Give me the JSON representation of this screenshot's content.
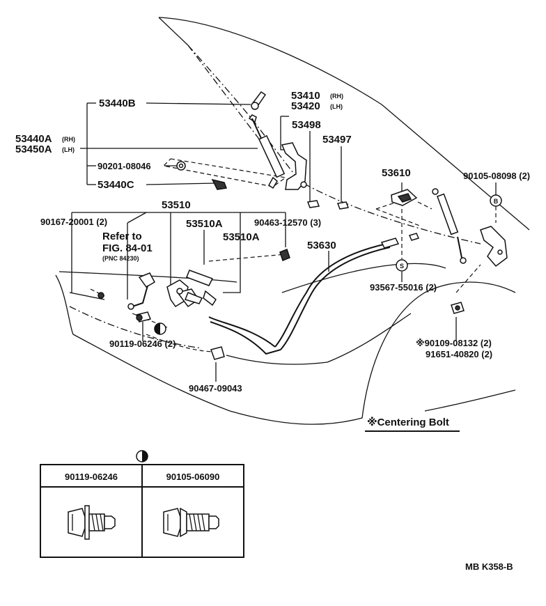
{
  "labels": {
    "l53440B": "53440B",
    "l53440A": "53440A",
    "l53440A_side": "(RH)",
    "l53450A": "53450A",
    "l53450A_side": "(LH)",
    "l90201": "90201-08046",
    "l53440C": "53440C",
    "l53410": "53410",
    "l53410_side": "(RH)",
    "l53420": "53420",
    "l53420_side": "(LH)",
    "l53498": "53498",
    "l53497": "53497",
    "l53610": "53610",
    "l90105_08098": "90105-08098 (2)",
    "l53510": "53510",
    "l90167": "90167-20001 (2)",
    "l53510A_1": "53510A",
    "l90463": "90463-12570 (3)",
    "l53510A_2": "53510A",
    "l53630": "53630",
    "l93567": "93567-55016 (2)",
    "refer1": "Refer to",
    "refer2": "FIG. 84-01",
    "refer3": "(PNC 84230)",
    "l90119_top": "90119-06246 (2)",
    "l90109": "※90109-08132 (2)",
    "l91651": "91651-40820 (2)",
    "l90467": "90467-09043",
    "centering": "※Centering Bolt",
    "marker_b": "B",
    "marker_s": "S",
    "model_code": "MB  K358-B"
  },
  "table": {
    "columns": [
      "90119-06246",
      "90105-06090"
    ]
  }
}
